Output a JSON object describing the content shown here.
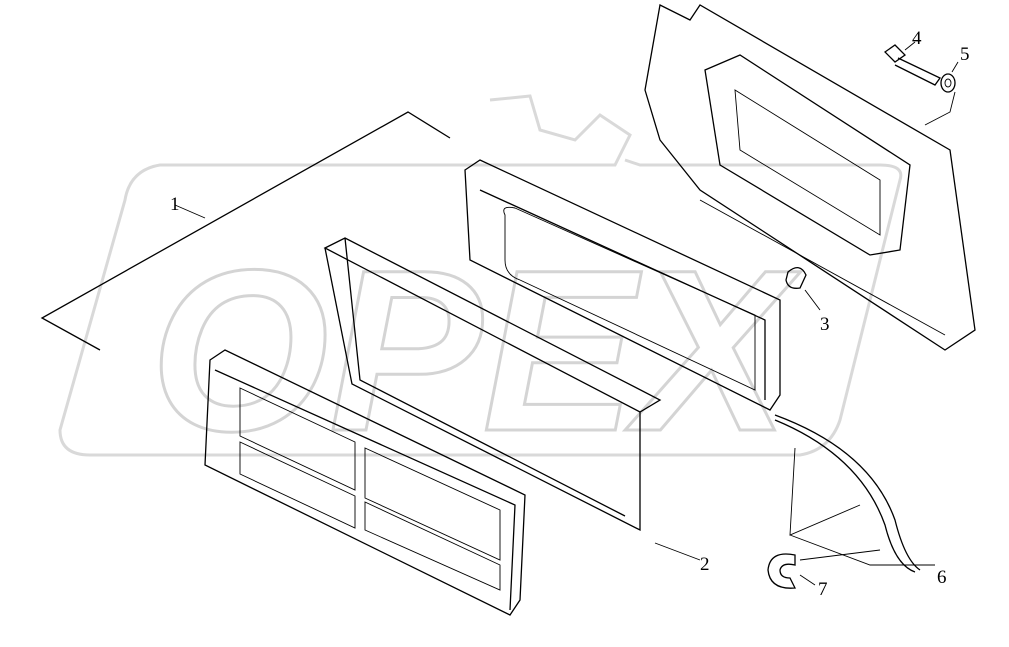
{
  "watermark": "OPEX",
  "callouts": [
    {
      "label": "1"
    },
    {
      "label": "2"
    },
    {
      "label": "3"
    },
    {
      "label": "4"
    },
    {
      "label": "5"
    },
    {
      "label": "6"
    },
    {
      "label": "7"
    }
  ]
}
